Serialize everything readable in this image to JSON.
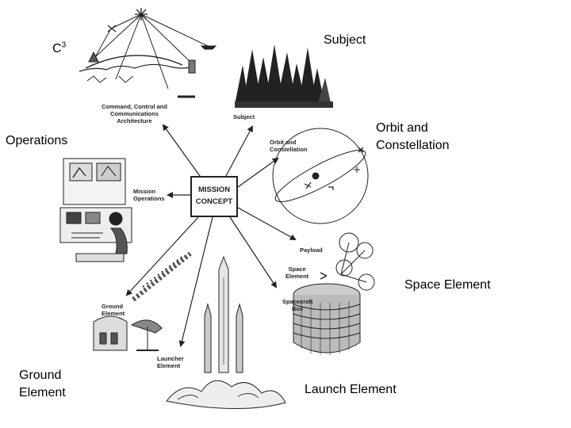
{
  "labels": {
    "c3_base": "C",
    "c3_sup": "3",
    "subject": "Subject",
    "orbit": "Orbit and\nConstellation",
    "operations": "Operations",
    "space_element": "Space Element",
    "ground_element": "Ground\nElement",
    "launch_element": "Launch Element"
  },
  "center": {
    "line1": "MISSION",
    "line2": "CONCEPT"
  },
  "captions": {
    "c3": "Command, Control and\nCommunications\nArchitecture",
    "subject": "Subject",
    "orbit": "Orbit and\nConstellation",
    "operations": "Mission\nOperations",
    "payload": "Payload",
    "space_element": "Space\nElement",
    "spacecraft_bus": "Spacecraft\nBus",
    "ground": "Ground\nElement",
    "launcher": "Launcher\nElement"
  },
  "colors": {
    "ink": "#222222",
    "background": "#ffffff"
  }
}
